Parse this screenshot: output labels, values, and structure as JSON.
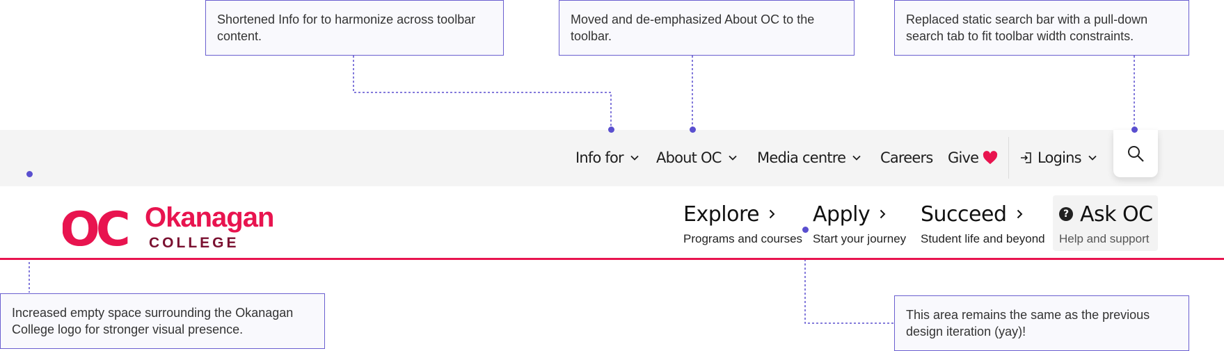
{
  "annotations": {
    "info_for": "Shortened Info for to harmonize across toolbar content.",
    "about_oc": "Moved and de-emphasized About OC to the toolbar.",
    "search": "Replaced static search bar with a pull-down search tab to fit toolbar width constraints.",
    "logo": "Increased empty space surrounding the Okanagan College logo for stronger visual presence.",
    "main_nav": "This area remains the same as the previous design iteration (yay)!"
  },
  "toolbar": {
    "info_for": "Info for",
    "about_oc": "About OC",
    "media_centre": "Media centre",
    "careers": "Careers",
    "give": "Give",
    "logins": "Logins"
  },
  "logo": {
    "mark": "OC",
    "name": "Okanagan",
    "sub": "COLLEGE"
  },
  "main_nav": {
    "explore": {
      "label": "Explore",
      "sub": "Programs and courses"
    },
    "apply": {
      "label": "Apply",
      "sub": "Start your journey"
    },
    "succeed": {
      "label": "Succeed",
      "sub": "Student life and beyond"
    },
    "ask": {
      "label": "Ask OC",
      "sub": "Help and support",
      "icon_glyph": "?"
    }
  },
  "colors": {
    "brand": "#e8144f",
    "brand_dark": "#7a1030",
    "annotation": "#5a4fcf",
    "heart": "#e8144f",
    "toolbar_bg": "#f4f4f4"
  },
  "icons": {
    "chevron_down": "chevron-down-icon",
    "chevron_right": "chevron-right-icon",
    "heart": "heart-icon",
    "login": "login-icon",
    "search": "search-icon",
    "help": "help-icon"
  }
}
